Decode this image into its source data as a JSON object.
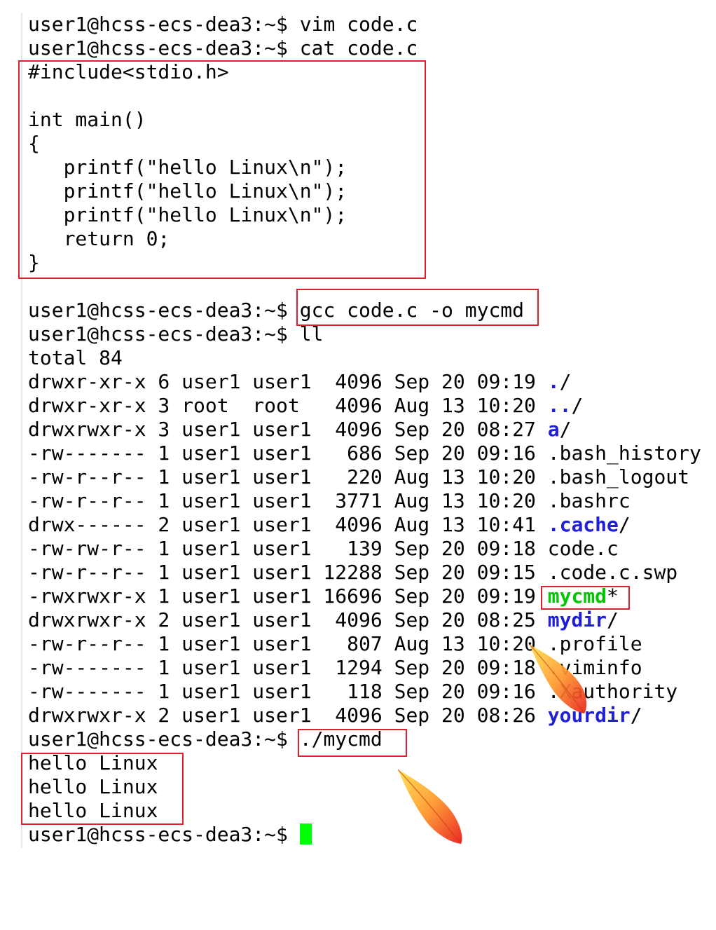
{
  "terminal": {
    "prompt": "user1@hcss-ecs-dea3:~$ ",
    "commands": {
      "vim": "vim code.c",
      "cat": "cat code.c",
      "gcc": "gcc code.c -o mycmd",
      "ll": "ll",
      "run": "./mycmd"
    },
    "source_code": [
      "#include<stdio.h>",
      "",
      "int main()",
      "{",
      "   printf(\"hello Linux\\n\");",
      "   printf(\"hello Linux\\n\");",
      "   printf(\"hello Linux\\n\");",
      "   return 0;",
      "}"
    ],
    "listing_total": "total 84",
    "listing": [
      {
        "meta": "drwxr-xr-x 6 user1 user1  4096 Sep 20 09:19 ",
        "name": ".",
        "suffix": "/",
        "kind": "dir"
      },
      {
        "meta": "drwxr-xr-x 3 root  root   4096 Aug 13 10:20 ",
        "name": "..",
        "suffix": "/",
        "kind": "dir"
      },
      {
        "meta": "drwxrwxr-x 3 user1 user1  4096 Sep 20 08:27 ",
        "name": "a",
        "suffix": "/",
        "kind": "dir"
      },
      {
        "meta": "-rw------- 1 user1 user1   686 Sep 20 09:16 ",
        "name": ".bash_history",
        "suffix": "",
        "kind": "file"
      },
      {
        "meta": "-rw-r--r-- 1 user1 user1   220 Aug 13 10:20 ",
        "name": ".bash_logout",
        "suffix": "",
        "kind": "file"
      },
      {
        "meta": "-rw-r--r-- 1 user1 user1  3771 Aug 13 10:20 ",
        "name": ".bashrc",
        "suffix": "",
        "kind": "file"
      },
      {
        "meta": "drwx------ 2 user1 user1  4096 Aug 13 10:41 ",
        "name": ".cache",
        "suffix": "/",
        "kind": "dir"
      },
      {
        "meta": "-rw-rw-r-- 1 user1 user1   139 Sep 20 09:18 ",
        "name": "code.c",
        "suffix": "",
        "kind": "file"
      },
      {
        "meta": "-rw-r--r-- 1 user1 user1 12288 Sep 20 09:15 ",
        "name": ".code.c.swp",
        "suffix": "",
        "kind": "file"
      },
      {
        "meta": "-rwxrwxr-x 1 user1 user1 16696 Sep 20 09:19 ",
        "name": "mycmd",
        "suffix": "*",
        "kind": "exe"
      },
      {
        "meta": "drwxrwxr-x 2 user1 user1  4096 Sep 20 08:25 ",
        "name": "mydir",
        "suffix": "/",
        "kind": "dir"
      },
      {
        "meta": "-rw-r--r-- 1 user1 user1   807 Aug 13 10:20 ",
        "name": ".profile",
        "suffix": "",
        "kind": "file"
      },
      {
        "meta": "-rw------- 1 user1 user1  1294 Sep 20 09:18 ",
        "name": ".viminfo",
        "suffix": "",
        "kind": "file"
      },
      {
        "meta": "-rw------- 1 user1 user1   118 Sep 20 09:16 ",
        "name": ".Xauthority",
        "suffix": "",
        "kind": "file"
      },
      {
        "meta": "drwxrwxr-x 2 user1 user1  4096 Sep 20 08:26 ",
        "name": "yourdir",
        "suffix": "/",
        "kind": "dir"
      }
    ],
    "program_output": [
      "hello Linux",
      "hello Linux",
      "hello Linux"
    ],
    "colors": {
      "directory": "#1f1fd6",
      "executable": "#00c800",
      "cursor": "#00ff00",
      "highlight_box": "#e0202e"
    }
  },
  "decorations": {
    "icon": "feather-icon"
  }
}
